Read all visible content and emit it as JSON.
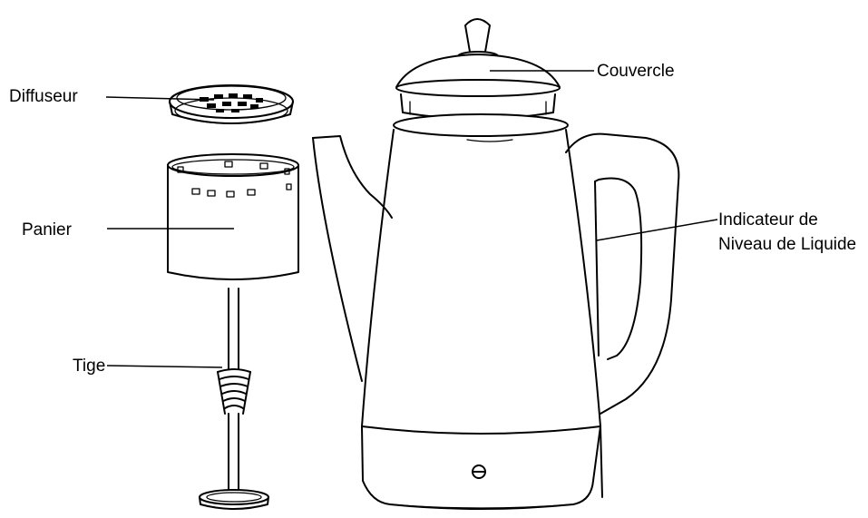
{
  "labels": {
    "diffuseur": "Diffuseur",
    "panier": "Panier",
    "tige": "Tige",
    "couvercle": "Couvercle",
    "indicateur_line1": "Indicateur de",
    "indicateur_line2": "Niveau de Liquide"
  }
}
